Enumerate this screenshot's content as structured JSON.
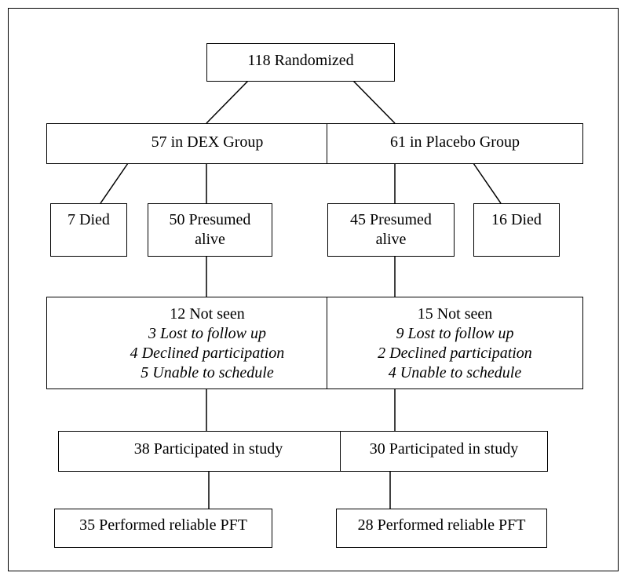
{
  "flowchart": {
    "randomized": "118 Randomized",
    "dex_group": "57 in DEX Group",
    "placebo_group": "61 in Placebo Group",
    "dex_died": "7 Died",
    "dex_alive": [
      "50 Presumed",
      "alive"
    ],
    "placebo_alive": [
      "45 Presumed",
      "alive"
    ],
    "placebo_died": "16 Died",
    "dex_not_seen": {
      "title": "12 Not seen",
      "reasons": [
        "3 Lost to follow up",
        "4 Declined participation",
        "5 Unable to schedule"
      ]
    },
    "placebo_not_seen": {
      "title": "15 Not seen",
      "reasons": [
        "9 Lost to follow up",
        "2 Declined participation",
        "4 Unable to schedule"
      ]
    },
    "dex_participated": "38 Participated in study",
    "placebo_participated": "30 Participated in study",
    "dex_pft": "35 Performed reliable PFT",
    "placebo_pft": "28 Performed reliable PFT"
  }
}
